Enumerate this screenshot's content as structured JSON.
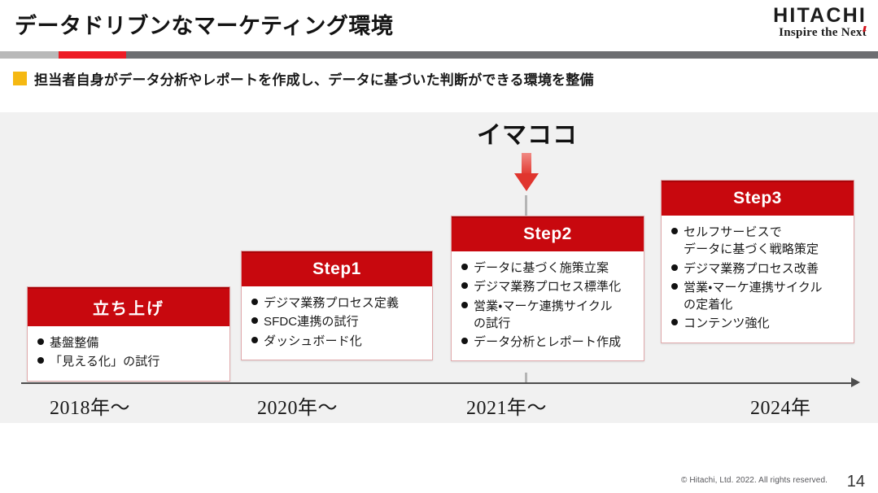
{
  "header": {
    "title": "データドリブンなマーケティング環境",
    "logo_name": "HITACHI",
    "logo_tagline": "Inspire the Next"
  },
  "subtitle": {
    "text": "担当者自身がデータ分析やレポートを作成し、データに基づいた判断ができる環境を整備",
    "marker_color": "#f5b812"
  },
  "now_marker": {
    "label": "イマココ"
  },
  "timeline": {
    "years": [
      "2018年〜",
      "2020年〜",
      "2021年〜",
      "2024年"
    ],
    "cards": [
      {
        "title": "立ち上げ",
        "bullets": [
          {
            "line1": "基盤整備",
            "line2": ""
          },
          {
            "line1": "「見える化」の試行",
            "line2": ""
          }
        ]
      },
      {
        "title": "Step1",
        "bullets": [
          {
            "line1": "デジマ業務プロセス定義",
            "line2": ""
          },
          {
            "line1": "SFDC連携の試行",
            "line2": ""
          },
          {
            "line1": "ダッシュボード化",
            "line2": ""
          }
        ]
      },
      {
        "title": "Step2",
        "bullets": [
          {
            "line1": "データに基づく施策立案",
            "line2": ""
          },
          {
            "line1": "デジマ業務プロセス標準化",
            "line2": ""
          },
          {
            "line1": "営業・マーケ連携サイクル",
            "line2": "の試行"
          },
          {
            "line1": "データ分析とレポート作成",
            "line2": ""
          }
        ]
      },
      {
        "title": "Step3",
        "bullets": [
          {
            "line1": "セルフサービスで",
            "line2": "データに基づく戦略策定"
          },
          {
            "line1": "デジマ業務プロセス改善",
            "line2": ""
          },
          {
            "line1": "営業・マーケ連携サイクル",
            "line2": "の定着化"
          },
          {
            "line1": "コンテンツ強化",
            "line2": ""
          }
        ]
      }
    ]
  },
  "footer": {
    "copyright": "© Hitachi, Ltd. 2022. All rights reserved.",
    "page_number": "14"
  },
  "colors": {
    "brand_red": "#c8080e",
    "divider_red": "#ed1b24",
    "divider_gray": "#6d6e71",
    "panel_bg": "#f1f1f1"
  }
}
